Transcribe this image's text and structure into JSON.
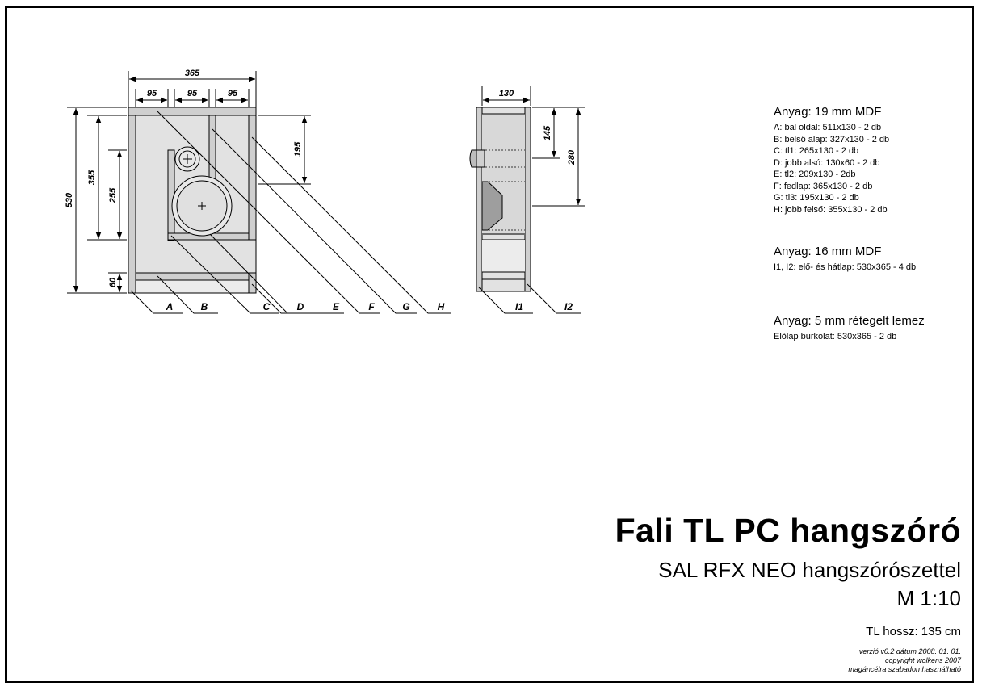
{
  "front_view": {
    "dims": {
      "width_total": "365",
      "width_a": "95",
      "width_b": "95",
      "width_c": "95",
      "height_total": "530",
      "height_355": "355",
      "height_255": "255",
      "height_60": "60",
      "height_195": "195"
    },
    "labels": [
      "A",
      "B",
      "C",
      "D",
      "E",
      "F",
      "G",
      "H"
    ]
  },
  "side_view": {
    "dims": {
      "depth": "130",
      "h145": "145",
      "h280": "280"
    },
    "labels": [
      "I1",
      "I2"
    ]
  },
  "materials": [
    {
      "heading": "Anyag: 19 mm MDF",
      "items": [
        "A: bal oldal: 511x130 - 2 db",
        "B: belső alap: 327x130 - 2 db",
        "C: tl1: 265x130 - 2 db",
        "D: jobb alsó: 130x60 - 2 db",
        "E: tl2: 209x130 - 2db",
        "F: fedlap: 365x130 - 2 db",
        "G: tl3: 195x130 - 2 db",
        "H: jobb felső: 355x130 - 2 db"
      ]
    },
    {
      "heading": "Anyag: 16 mm MDF",
      "items": [
        "I1, I2: elő- és hátlap: 530x365 - 4 db"
      ]
    },
    {
      "heading": "Anyag: 5 mm rétegelt lemez",
      "items": [
        "Előlap burkolat: 530x365 - 2 db"
      ]
    }
  ],
  "title": {
    "main": "Fali TL PC hangszóró",
    "sub": "SAL RFX NEO hangszórószettel",
    "scale": "M 1:10",
    "tl_length": "TL hossz: 135 cm"
  },
  "footer": {
    "line1": "verzió v0.2 dátum 2008. 01. 01.",
    "line2": "copyright wolkens 2007",
    "line3": "magáncélra szabadon használható"
  }
}
